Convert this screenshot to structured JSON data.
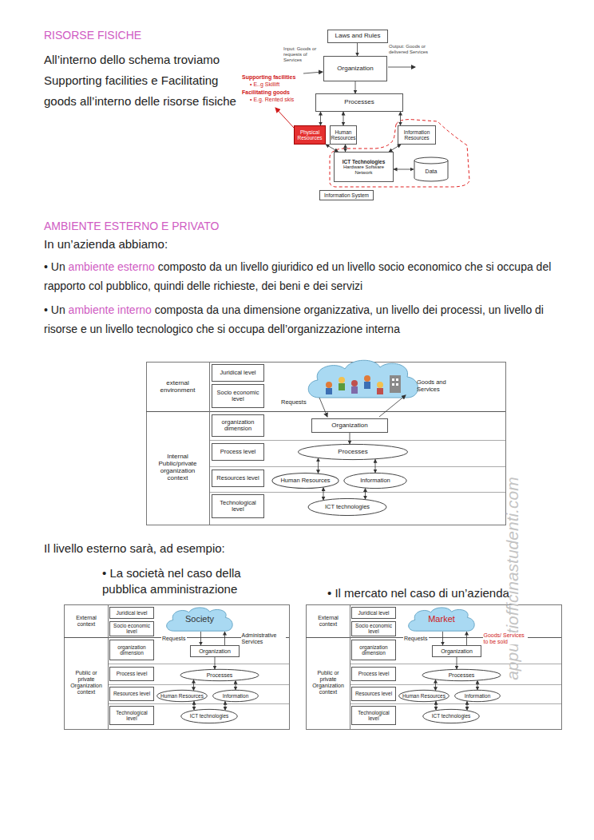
{
  "diagram": {
    "nodes": [
      {
        "text": [
          "Laws and Rules"
        ]
      },
      {
        "text": [
          "Organization"
        ]
      },
      {
        "text": [
          "Processes"
        ]
      },
      {
        "text": [
          "Physical Resources"
        ]
      },
      {
        "text": [
          "Human Resources"
        ]
      },
      {
        "text": [
          "Information Resources"
        ]
      },
      {
        "text": [
          "ICT Technologies",
          "Hardware Software Network"
        ]
      },
      {
        "text": [
          "Data"
        ]
      },
      {
        "text": [
          "Information System"
        ]
      },
      {
        "text": [
          "external environment"
        ]
      },
      {
        "text": [
          "Juridical level"
        ]
      },
      {
        "text": [
          "Socio economic level"
        ]
      },
      {
        "text": [
          "Internal Public/private organization context"
        ]
      },
      {
        "text": [
          "organization dimension"
        ]
      },
      {
        "text": [
          "Process level"
        ]
      },
      {
        "text": [
          "Resources level"
        ]
      },
      {
        "text": [
          "Technological level"
        ]
      },
      {
        "text": [
          "Organization"
        ]
      },
      {
        "text": [
          "Processes"
        ]
      },
      {
        "text": [
          "Human Resources"
        ]
      },
      {
        "text": [
          "Information"
        ]
      },
      {
        "text": [
          "ICT technologies"
        ]
      },
      {
        "text": [
          "External context"
        ]
      },
      {
        "text": [
          "Juridical level"
        ]
      },
      {
        "text": [
          "Socio economic level"
        ]
      },
      {
        "text": [
          "Public or private Organization context"
        ]
      },
      {
        "text": [
          "organization dimension"
        ]
      },
      {
        "text": [
          "Process level"
        ]
      },
      {
        "text": [
          "Resources level"
        ]
      },
      {
        "text": [
          "Technological level"
        ]
      },
      {
        "text": [
          "Society"
        ]
      },
      {
        "text": [
          "Organization"
        ]
      },
      {
        "text": [
          "Processes"
        ]
      },
      {
        "text": [
          "Human Resources"
        ]
      },
      {
        "text": [
          "Information"
        ]
      },
      {
        "text": [
          "ICT technologies"
        ]
      },
      {
        "text": [
          "External context"
        ]
      },
      {
        "text": [
          "Juridical level"
        ]
      },
      {
        "text": [
          "Socio economic level"
        ]
      },
      {
        "text": [
          "Public or private Organization context"
        ]
      },
      {
        "text": [
          "organization dimension"
        ]
      },
      {
        "text": [
          "Process level"
        ]
      },
      {
        "text": [
          "Resources level"
        ]
      },
      {
        "text": [
          "Technological level"
        ]
      },
      {
        "text": [
          "Market"
        ]
      },
      {
        "text": [
          "Organization"
        ]
      },
      {
        "text": [
          "Processes"
        ]
      },
      {
        "text": [
          "Human Resources"
        ]
      },
      {
        "text": [
          "Information"
        ]
      },
      {
        "text": [
          "ICT technologies"
        ]
      }
    ],
    "edges": [
      {
        "from": 0,
        "to": 1,
        "arrow": "to"
      },
      {
        "from": 1,
        "to": 2,
        "arrow": "to"
      },
      {
        "from": 2,
        "to": 3,
        "arrow": "both"
      },
      {
        "from": 2,
        "to": 4,
        "arrow": "both"
      },
      {
        "from": 2,
        "to": 5,
        "arrow": "both"
      },
      {
        "from": 3,
        "to": 6,
        "arrow": "both"
      },
      {
        "from": 4,
        "to": 6,
        "arrow": "both"
      },
      {
        "from": 5,
        "to": 6,
        "arrow": "both"
      },
      {
        "from": 6,
        "to": 7,
        "arrow": "both"
      },
      {
        "from": 17,
        "to": 18,
        "arrow": "to"
      },
      {
        "from": 18,
        "to": 19,
        "arrow": "both"
      },
      {
        "from": 18,
        "to": 20,
        "arrow": "both"
      },
      {
        "from": 19,
        "to": 21,
        "arrow": "both"
      },
      {
        "from": 20,
        "to": 21,
        "arrow": "both"
      },
      {
        "from": 30,
        "to": 31,
        "arrow": "to",
        "label": "Requests"
      },
      {
        "from": 31,
        "to": 30,
        "arrow": "to",
        "label": "Administrative Services"
      },
      {
        "from": 31,
        "to": 32,
        "arrow": "to"
      },
      {
        "from": 32,
        "to": 33,
        "arrow": "both"
      },
      {
        "from": 32,
        "to": 34,
        "arrow": "both"
      },
      {
        "from": 33,
        "to": 35,
        "arrow": "both"
      },
      {
        "from": 34,
        "to": 35,
        "arrow": "both"
      },
      {
        "from": 44,
        "to": 45,
        "arrow": "to",
        "label": "Requests"
      },
      {
        "from": 45,
        "to": 44,
        "arrow": "to",
        "label": "Goods/ Services to be sold"
      },
      {
        "from": 45,
        "to": 46,
        "arrow": "to"
      },
      {
        "from": 46,
        "to": 47,
        "arrow": "both"
      },
      {
        "from": 46,
        "to": 48,
        "arrow": "both"
      },
      {
        "from": 47,
        "to": 49,
        "arrow": "both"
      },
      {
        "from": 48,
        "to": 49,
        "arrow": "both"
      }
    ],
    "labels": [
      "RISORSE FISICHE",
      "All’interno dello schema troviamo Supporting facilities e Facilitating goods all’interno delle risorse fisiche",
      "Input: Goods or requests of Services",
      "Output: Goods or delivered Services",
      "Supporting facilities",
      "• E..g Skillift",
      "Facilitating goods",
      "• E.g. Rented skis",
      "AMBIENTE ESTERNO E PRIVATO",
      "In un’azienda abbiamo:",
      "• Un",
      "ambiente esterno",
      "composto da un livello giuridico ed un livello socio economico che si occupa del rapporto col pubblico, quindi delle richieste, dei beni e dei servizi",
      "• Un",
      "ambiente interno",
      "composta da una dimensione organizzativa, un livello dei processi, un livello di risorse e un livello tecnologico che si occupa dell’organizzazione interna",
      "Requests",
      "Goods and Services",
      "Il livello esterno sarà, ad esempio:",
      "• La società nel caso della pubblica amministrazione",
      "• Il mercato nel caso di un’azienda",
      "appuntiofficinastudenti.com"
    ]
  }
}
